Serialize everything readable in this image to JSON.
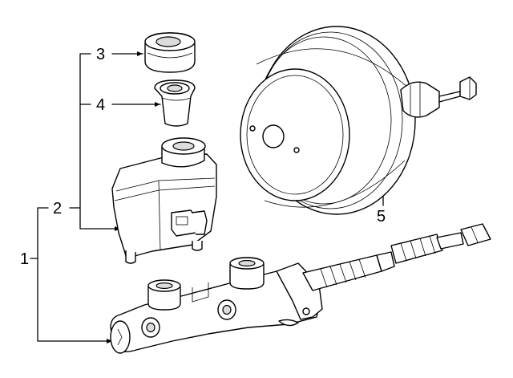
{
  "callouts": {
    "c1": "1",
    "c2": "2",
    "c3": "3",
    "c4": "4",
    "c5": "5"
  },
  "colors": {
    "line": "#000000",
    "background": "#ffffff",
    "hole_shade": "#dcdcdc"
  }
}
